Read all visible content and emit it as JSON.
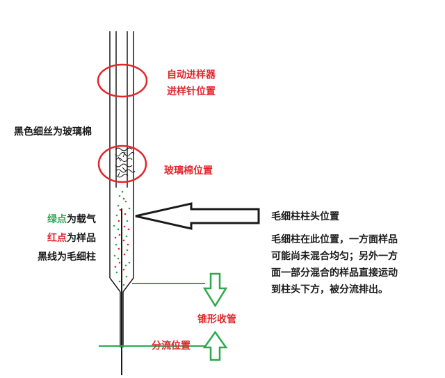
{
  "labels": {
    "autosampler_line1": "自动进样器",
    "autosampler_line2": "进样针位置",
    "glass_wool_note": "黑色细丝为玻璃棉",
    "glass_wool_position": "玻璃棉位置",
    "column_head_position": "毛细柱柱头位置",
    "legend_green_key": "绿点",
    "legend_green_rest": "为载气",
    "legend_red_key": "红点",
    "legend_red_rest": "为样品",
    "legend_black": "黑线为毛细柱",
    "tapered_tube": "锥形收管",
    "split_position": "分流位置"
  },
  "description": {
    "lines": [
      "毛细柱在此位置，一方面样品",
      "可能尚未混合均匀；另外一方",
      "面一部分混合的样品直接运动",
      "到柱头下方，被分流排出。"
    ]
  },
  "colors": {
    "label_red": "#e0262b",
    "label_green": "#2da84a",
    "outline": "#1a1a1a",
    "highlight_circle": "#e0262b",
    "split_line": "#2da84a"
  }
}
